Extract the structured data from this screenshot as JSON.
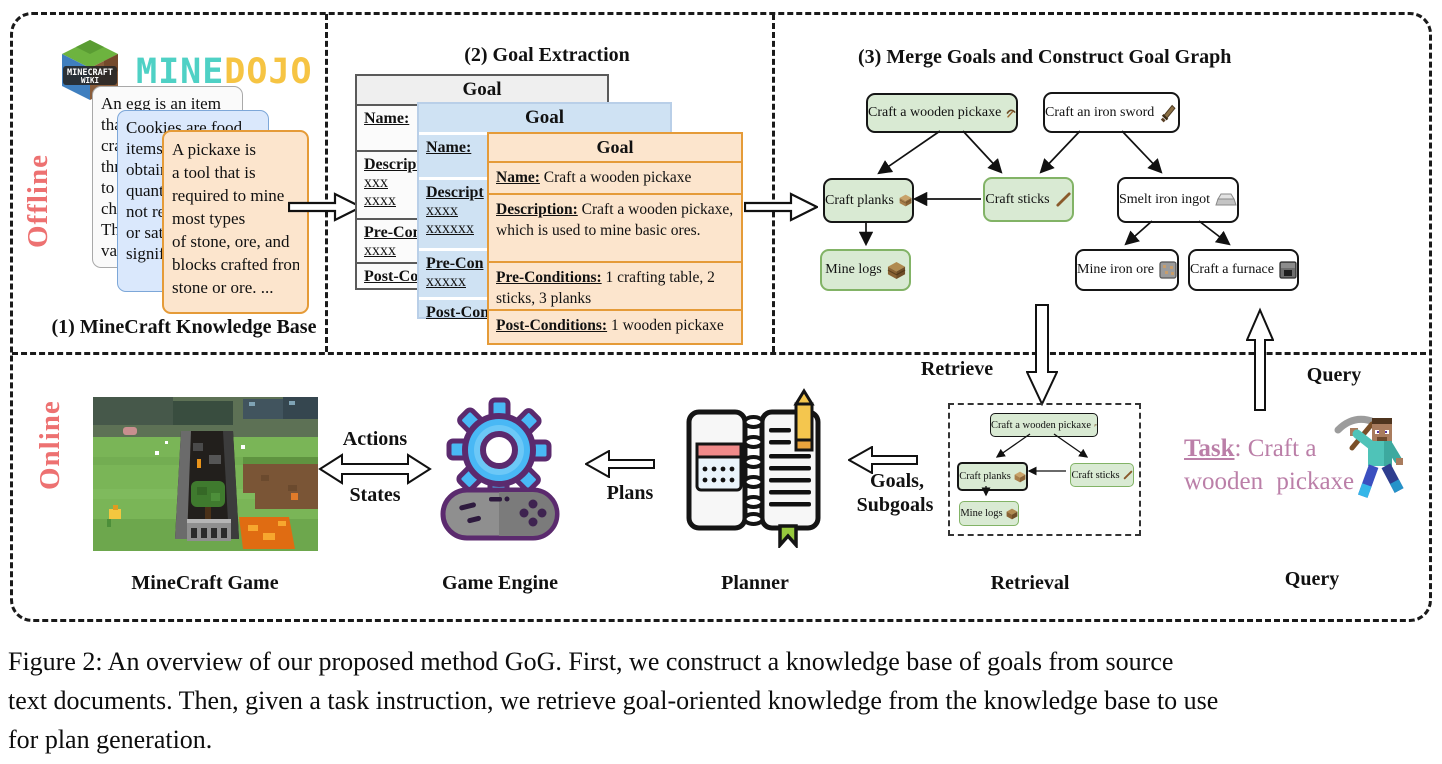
{
  "figure": {
    "offline_label": "Offline",
    "online_label": "Online"
  },
  "kb": {
    "title": "(1) MineCraft Knowledge Base",
    "wiki_logo": {
      "line1": "MINECRAFT",
      "line2": "WIKI"
    },
    "minedojo": {
      "mine": "MINE",
      "dojo": "DOJO"
    },
    "cards": [
      {
        "lines": [
          "An egg is an item",
          "that",
          "craf",
          "thro",
          "to s",
          "chic",
          "The",
          "vari"
        ]
      },
      {
        "lines": [
          "Cookies are food",
          "items t",
          "obtaine",
          "quantit",
          "not res",
          "or satu",
          "signifi"
        ]
      },
      {
        "lines": [
          "A pickaxe is",
          "a tool that is",
          "required to mine",
          "most types",
          "of stone, ore, and",
          "blocks crafted from",
          "stone or ore. ..."
        ]
      }
    ]
  },
  "extraction": {
    "title": "(2) Goal Extraction",
    "table_gray": {
      "header": "Goal",
      "rows": [
        {
          "lines": [
            "Name:"
          ]
        },
        {
          "lines": [
            "Descript",
            "xxx",
            "xxxx"
          ]
        },
        {
          "lines": [
            "Pre-Con",
            "xxxx"
          ]
        },
        {
          "lines": [
            "Post-Co"
          ]
        }
      ]
    },
    "table_blue": {
      "header": "Goal",
      "rows": [
        {
          "lines": [
            "Name:"
          ]
        },
        {
          "lines": [
            "Descript",
            "xxxx",
            "xxxxxx"
          ]
        },
        {
          "lines": [
            "Pre-Con",
            "xxxxx"
          ]
        },
        {
          "lines": [
            "Post-Con"
          ]
        }
      ]
    },
    "table_orange": {
      "header": "Goal",
      "rows": [
        {
          "label": "Name:",
          "text": "Craft a wooden pickaxe"
        },
        {
          "label": "Description:",
          "text": "Craft a wooden pickaxe, which is used to mine basic ores."
        },
        {
          "label": "Pre-Conditions:",
          "text": "1 crafting table, 2 sticks, 3 planks"
        },
        {
          "label": "Post-Conditions:",
          "text": "1 wooden pickaxe"
        }
      ]
    }
  },
  "graph": {
    "title": "(3) Merge Goals and Construct Goal Graph",
    "nodes": [
      {
        "label": "Craft a wooden pickaxe"
      },
      {
        "label": "Craft an iron sword"
      },
      {
        "label": "Craft planks"
      },
      {
        "label": "Craft sticks"
      },
      {
        "label": "Smelt iron ingot"
      },
      {
        "label": "Mine logs"
      },
      {
        "label": "Mine iron ore"
      },
      {
        "label": "Craft a furnace"
      }
    ]
  },
  "flow": {
    "retrieve": "Retrieve",
    "query_top": "Query",
    "actions": "Actions",
    "states": "States",
    "plans": "Plans",
    "goals": "Goals,",
    "subgoals": "Subgoals"
  },
  "retrieval_panel": {
    "nodes": [
      {
        "label": "Craft a wooden pickaxe"
      },
      {
        "label": "Craft planks"
      },
      {
        "label": "Craft sticks"
      },
      {
        "label": "Mine logs"
      }
    ]
  },
  "task": {
    "label": "Task",
    "rest": ": Craft a",
    "line2": "wooden pickaxe"
  },
  "bottom_labels": {
    "game": "MineCraft Game",
    "engine": "Game Engine",
    "planner": "Planner",
    "retrieval": "Retrieval",
    "query": "Query"
  },
  "caption": {
    "lines": [
      "Figure 2: An overview of our proposed method GoG. First, we construct a knowledge base of goals from source",
      "text documents. Then, given a task instruction, we retrieve goal-oriented knowledge from the knowledge base to use",
      "for plan generation."
    ]
  },
  "colors": {
    "accent_red": "#ed7171",
    "minedojo_teal": "#4fd1c5",
    "minedojo_gold": "#f6c443",
    "node_green": "#d9ead3",
    "node_green_border": "#82b366",
    "card_orange": "#fce5cd",
    "card_orange_border": "#e59b38",
    "card_blue": "#dae8fc",
    "table_blue": "#cfe2f3",
    "task_pink": "#bb7fa8"
  }
}
